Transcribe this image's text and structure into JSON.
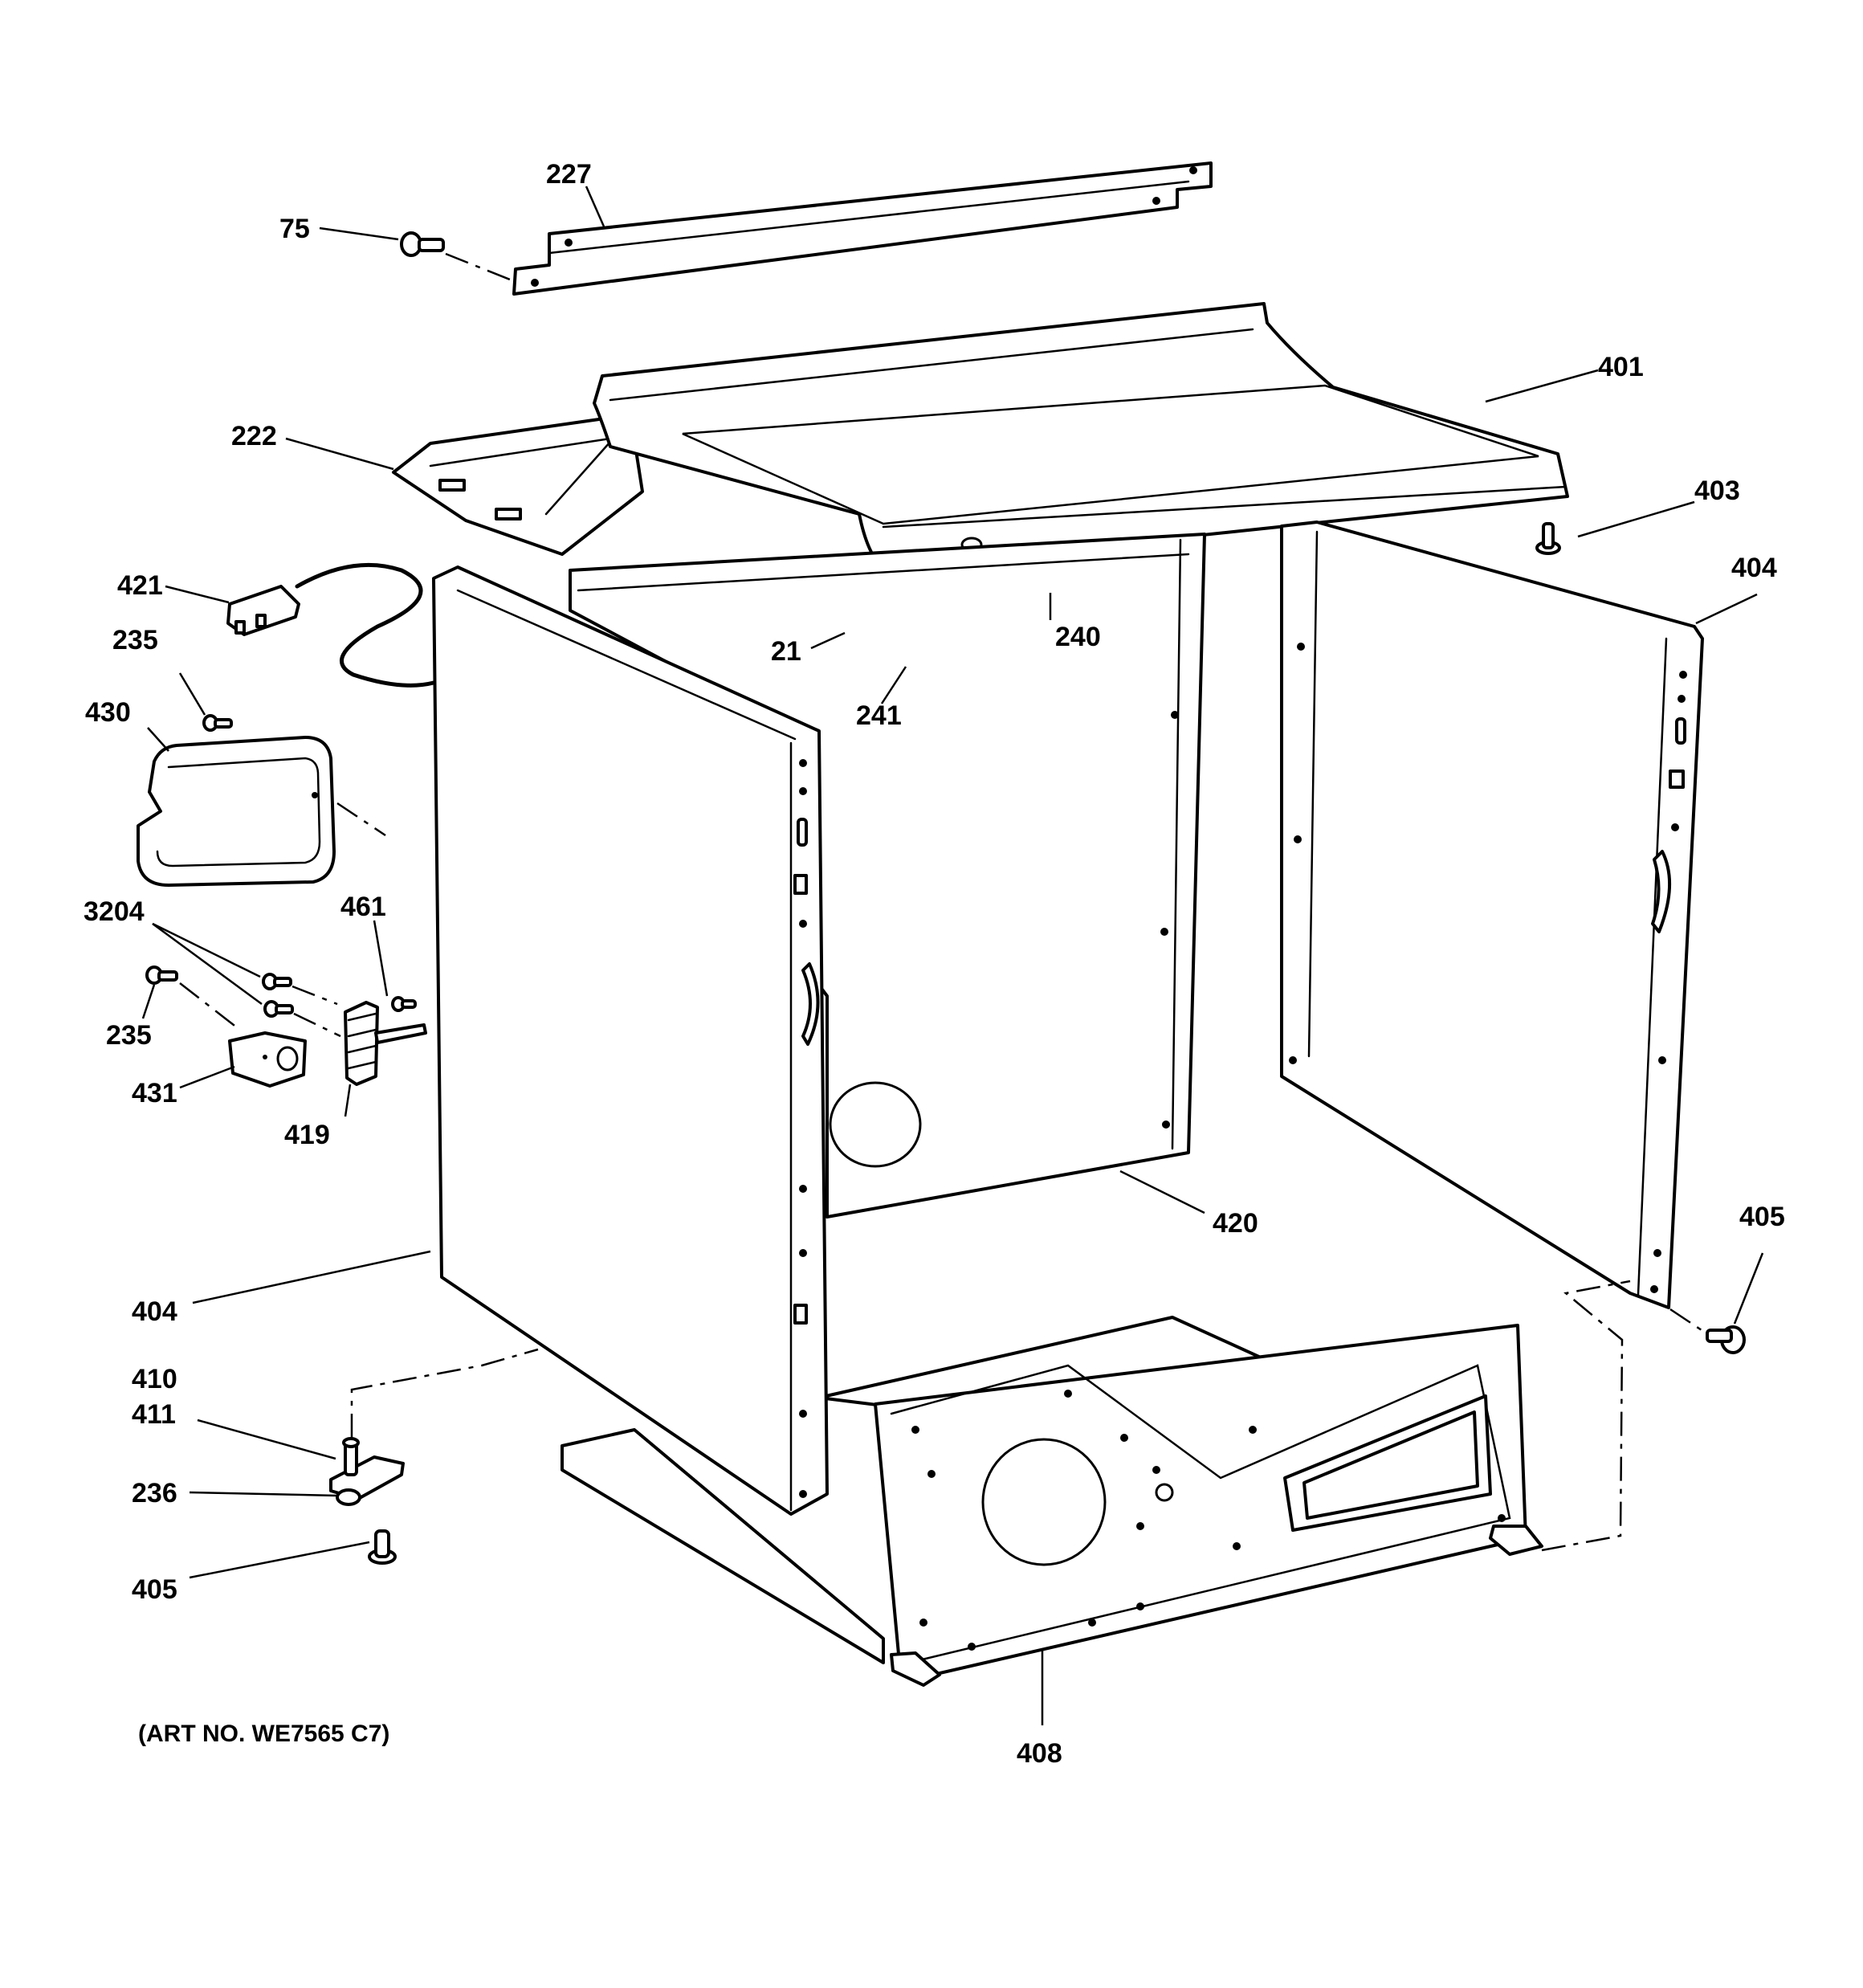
{
  "diagram": {
    "art_number": "(ART NO. WE7565 C7)",
    "labels": {
      "l227": "227",
      "l75": "75",
      "l401": "401",
      "l222": "222",
      "l403": "403",
      "l404a": "404",
      "l421": "421",
      "l235a": "235",
      "l21": "21",
      "l240": "240",
      "l241": "241",
      "l430": "430",
      "l3204": "3204",
      "l461": "461",
      "l235b": "235",
      "l431": "431",
      "l419": "419",
      "l420": "420",
      "l405a": "405",
      "l404b": "404",
      "l410": "410",
      "l411": "411",
      "l236": "236",
      "l405b": "405",
      "l408": "408"
    }
  }
}
